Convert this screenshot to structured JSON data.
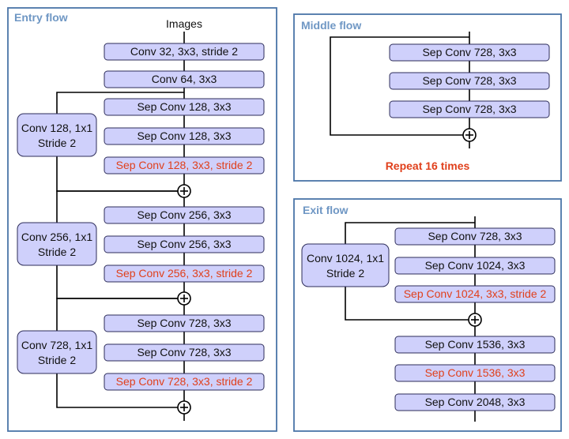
{
  "colors": {
    "panel_border": "#4a74a8",
    "panel_title": "#6f97c4",
    "box_fill": "#cfd0fb",
    "box_stroke": "#2d2d5a",
    "highlight_text": "#e0401c",
    "line": "#000000"
  },
  "entry_flow": {
    "title": "Entry  flow",
    "input_label": "Images",
    "conv1": "Conv 32, 3x3, stride 2",
    "conv2": "Conv 64, 3x3",
    "block1": {
      "a": "Sep Conv 128, 3x3",
      "b": "Sep Conv 128, 3x3",
      "c": "Sep Conv 128, 3x3, stride 2",
      "shortcut_1": "Conv 128, 1x1",
      "shortcut_2": "Stride 2"
    },
    "block2": {
      "a": "Sep Conv 256, 3x3",
      "b": "Sep Conv 256, 3x3",
      "c": "Sep Conv 256, 3x3, stride 2",
      "shortcut_1": "Conv 256, 1x1",
      "shortcut_2": "Stride 2"
    },
    "block3": {
      "a": "Sep Conv 728, 3x3",
      "b": "Sep Conv 728, 3x3",
      "c": "Sep Conv 728, 3x3, stride 2",
      "shortcut_1": "Conv 728, 1x1",
      "shortcut_2": "Stride 2"
    }
  },
  "middle_flow": {
    "title": "Middle  flow",
    "a": "Sep Conv 728, 3x3",
    "b": "Sep Conv 728, 3x3",
    "c": "Sep Conv 728, 3x3",
    "repeat": "Repeat 16 times"
  },
  "exit_flow": {
    "title": "Exit  flow",
    "a": "Sep Conv 728, 3x3",
    "b": "Sep Conv 1024, 3x3",
    "c": "Sep Conv 1024, 3x3, stride 2",
    "shortcut_1": "Conv 1024, 1x1",
    "shortcut_2": "Stride 2",
    "d": "Sep Conv 1536, 3x3",
    "e": "Sep Conv 1536, 3x3",
    "f": "Sep Conv 2048, 3x3"
  }
}
